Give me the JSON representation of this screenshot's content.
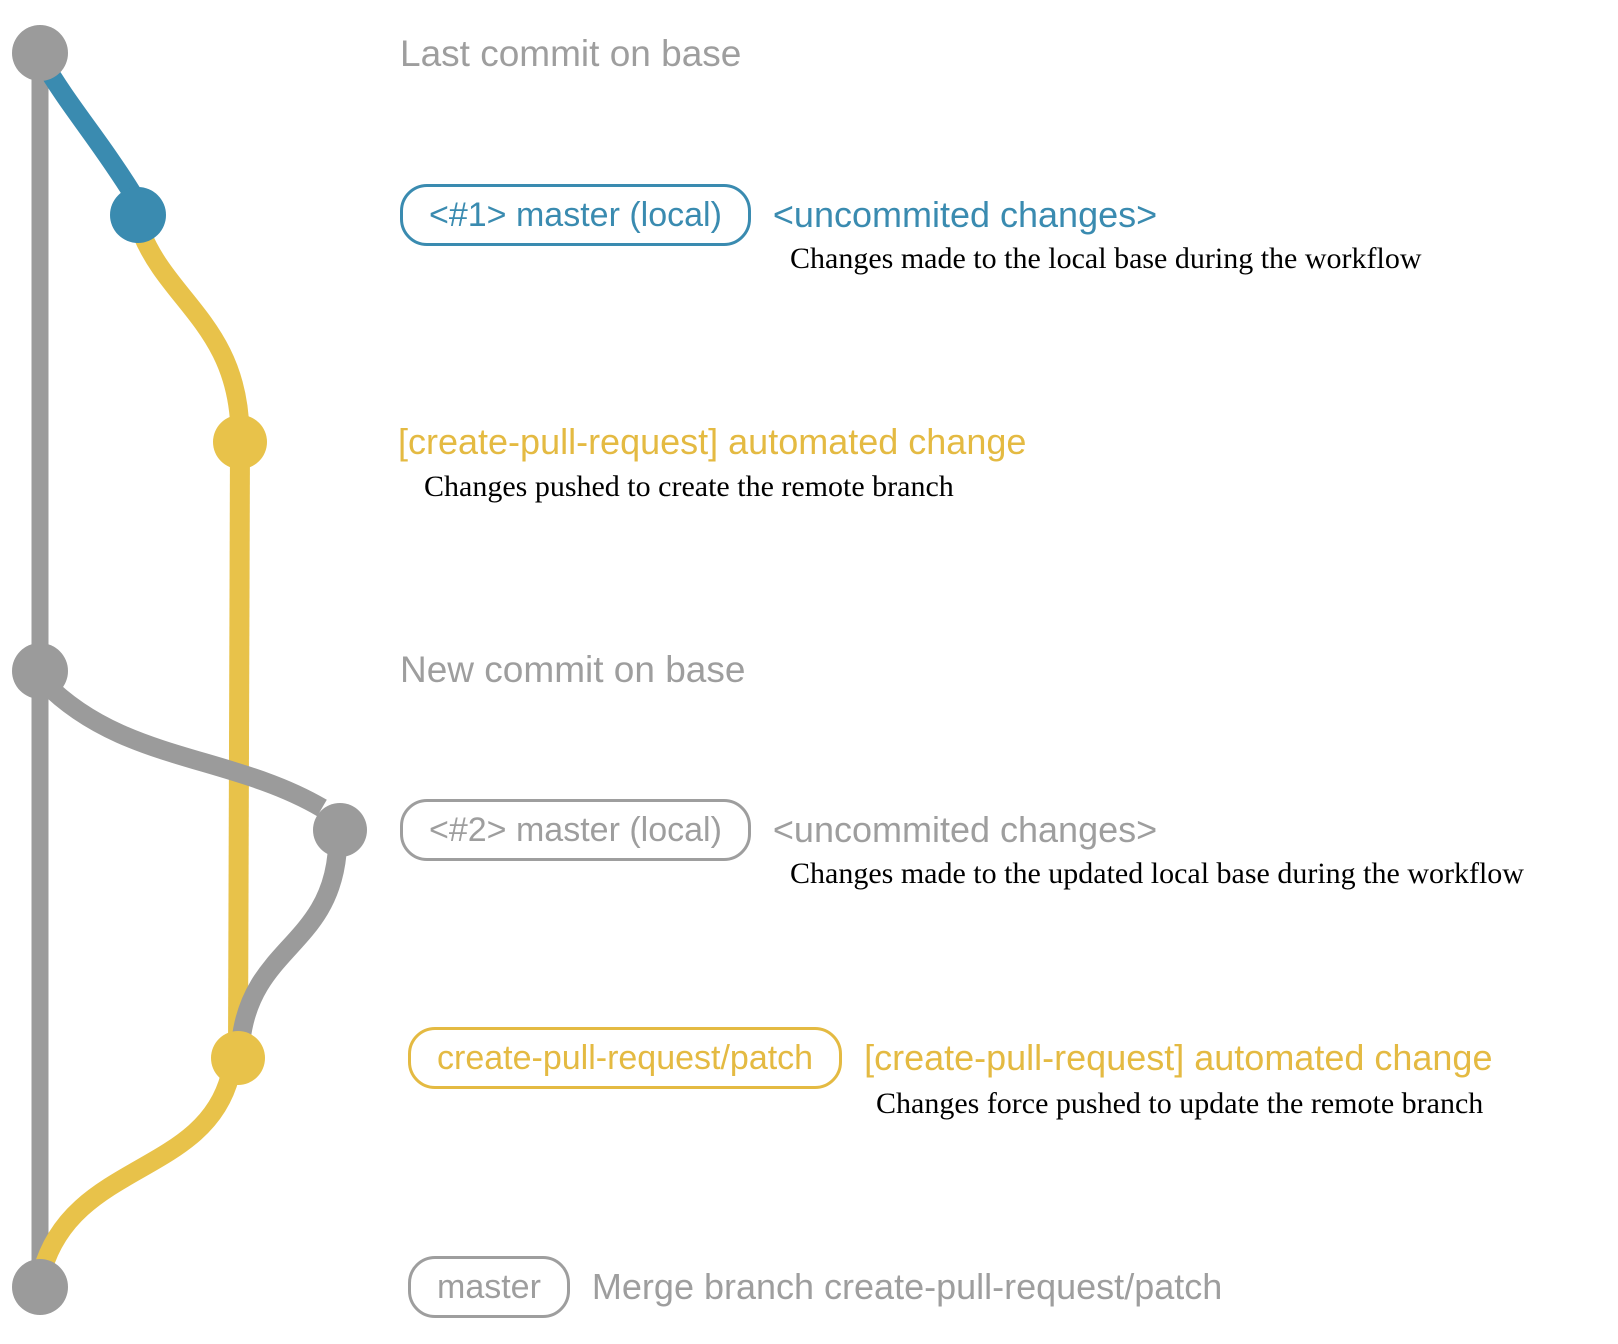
{
  "diagram_type": "git-branch-graph",
  "colors": {
    "base_branch_gray": "#9b9b9b",
    "local_branch_blue": "#3a8bb0",
    "patch_branch_yellow": "#e8c24a",
    "label_gray": "#9e9e9e",
    "description_black": "#000000",
    "background": "#ffffff"
  },
  "nodes": [
    {
      "name": "last-commit-on-base",
      "color": "gray"
    },
    {
      "name": "local-master-commit-1",
      "color": "blue"
    },
    {
      "name": "patch-commit-1",
      "color": "yellow"
    },
    {
      "name": "new-commit-on-base",
      "color": "gray"
    },
    {
      "name": "local-master-commit-2",
      "color": "gray"
    },
    {
      "name": "patch-commit-2",
      "color": "yellow"
    },
    {
      "name": "merge-commit",
      "color": "gray"
    }
  ],
  "rows": [
    {
      "label": "Last commit on base"
    },
    {
      "badge": "<#1> master (local)",
      "title": "<uncommited changes>",
      "description": "Changes made to the local base during the workflow"
    },
    {
      "title": "[create-pull-request] automated change",
      "description": "Changes pushed to create the remote branch"
    },
    {
      "label": "New commit on base"
    },
    {
      "badge": "<#2> master (local)",
      "title": "<uncommited changes>",
      "description": "Changes made to the updated local base during the workflow"
    },
    {
      "badge": "create-pull-request/patch",
      "title": "[create-pull-request] automated change",
      "description": "Changes force pushed to update the remote branch"
    },
    {
      "badge": "master",
      "title": "Merge branch create-pull-request/patch"
    }
  ]
}
